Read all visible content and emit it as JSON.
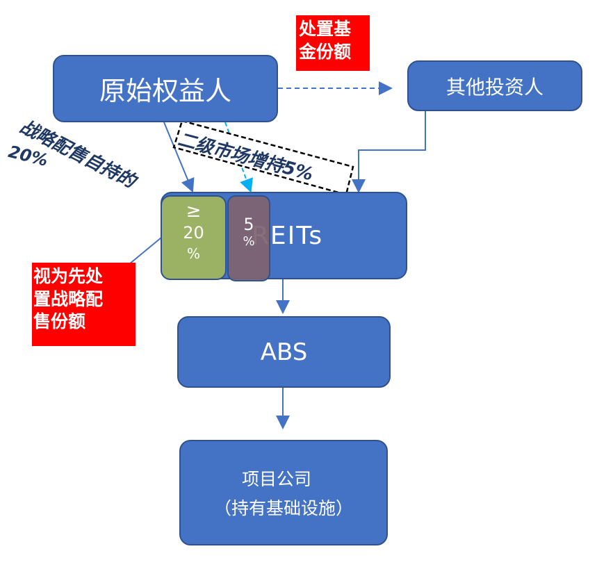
{
  "nodes": {
    "originator": "原始权益人",
    "other_investors": "其他投资人",
    "reits": "REITs",
    "abs": "ABS",
    "project_company_line1": "项目公司",
    "project_company_line2": "（持有基础设施）"
  },
  "shares": {
    "strategic": {
      "symbol": "≥",
      "value": "20",
      "unit": "%"
    },
    "secondary": {
      "value": "5",
      "unit": "%"
    }
  },
  "labels": {
    "dispose_fund_line1": "处置基",
    "dispose_fund_line2": "金份额",
    "strategic_placement": "战略配售自持的",
    "strategic_pct": "20%",
    "secondary_market": "二级市场增持5%",
    "deemed_line1": "视为先处",
    "deemed_line2": "置战略配",
    "deemed_line3": "售份额"
  },
  "colors": {
    "node_fill": "#4472c4",
    "node_border": "#2f528f",
    "strategic_fill": "#9bb265",
    "secondary_fill": "#7f636e",
    "highlight": "#ff0000",
    "annotation_text": "#1f3864",
    "secondary_arrow": "#00b0f0"
  }
}
